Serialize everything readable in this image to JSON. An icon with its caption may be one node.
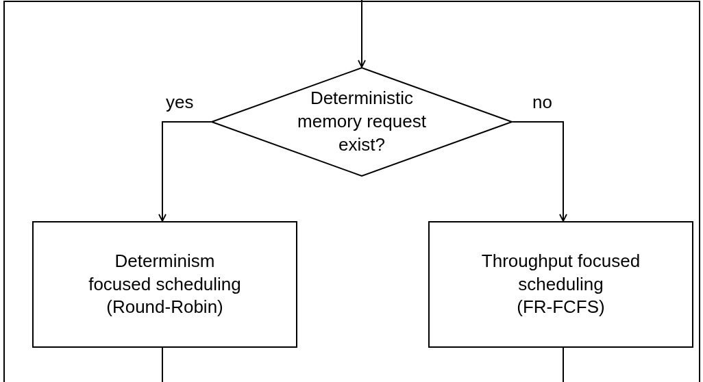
{
  "diagram": {
    "nodes": [
      {
        "text": [
          "Deterministic memory request exist?"
        ]
      },
      {
        "text": [
          "Determinism focused scheduling",
          "(Round-Robin)"
        ]
      },
      {
        "text": [
          "Throughput focused scheduling",
          "(FR-FCFS)"
        ]
      }
    ],
    "edges": [
      {
        "from": null,
        "to": 0,
        "arrow": "to"
      },
      {
        "from": 0,
        "to": 1,
        "arrow": "to",
        "label": "yes"
      },
      {
        "from": 0,
        "to": 2,
        "arrow": "to",
        "label": "no"
      },
      {
        "from": 1,
        "to": null,
        "arrow": "none"
      },
      {
        "from": 2,
        "to": null,
        "arrow": "none"
      }
    ]
  }
}
